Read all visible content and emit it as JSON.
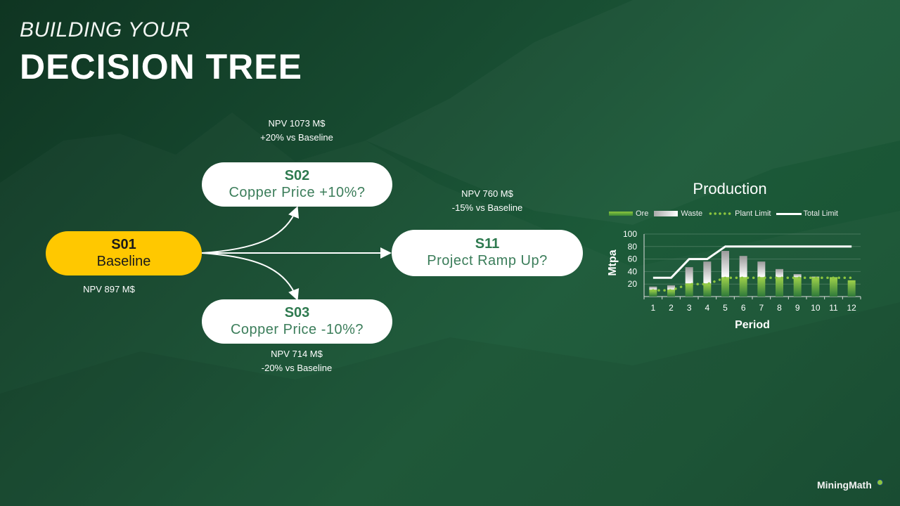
{
  "header": {
    "subtitle": "BUILDING YOUR",
    "title": "DECISION TREE"
  },
  "colors": {
    "root_node": "#ffc800",
    "node_text": "#2e7a4f",
    "ore": "#8cc63f",
    "plant_limit": "#8cc63f",
    "total_limit": "#ffffff"
  },
  "tree": {
    "root": {
      "code": "S01",
      "label": "Baseline",
      "npv": "NPV 897 M$"
    },
    "branches": [
      {
        "code": "S02",
        "label": "Copper Price +10%?",
        "npv": "NPV 1073 M$",
        "delta": "+20% vs Baseline"
      },
      {
        "code": "S11",
        "label": "Project Ramp Up?",
        "npv": "NPV 760 M$",
        "delta": "-15% vs Baseline"
      },
      {
        "code": "S03",
        "label": "Copper Price -10%?",
        "npv": "NPV 714 M$",
        "delta": "-20% vs Baseline"
      }
    ]
  },
  "chart_data": {
    "type": "bar",
    "title": "Production",
    "xlabel": "Period",
    "ylabel": "Mtpa",
    "categories": [
      "1",
      "2",
      "3",
      "4",
      "5",
      "6",
      "7",
      "8",
      "9",
      "10",
      "11",
      "12"
    ],
    "yticks": [
      "20",
      "40",
      "60",
      "80",
      "100"
    ],
    "ylim": [
      0,
      100
    ],
    "grid": true,
    "legend_position": "top",
    "stacked": true,
    "series": [
      {
        "name": "Ore",
        "kind": "bar",
        "values": [
          11,
          11,
          21,
          21,
          31,
          31,
          31,
          31,
          31,
          31,
          31,
          26
        ]
      },
      {
        "name": "Waste",
        "kind": "bar",
        "values": [
          5,
          7,
          26,
          35,
          42,
          34,
          25,
          13,
          5,
          1,
          0,
          0
        ]
      },
      {
        "name": "Plant Limit",
        "kind": "dotted-line",
        "values": [
          10,
          10,
          20,
          20,
          30,
          30,
          30,
          30,
          30,
          30,
          30,
          30
        ]
      },
      {
        "name": "Total Limit",
        "kind": "line",
        "values": [
          30,
          30,
          60,
          60,
          80,
          80,
          80,
          80,
          80,
          80,
          80,
          80
        ]
      }
    ]
  },
  "footer": {
    "brand": "MiningMath"
  }
}
